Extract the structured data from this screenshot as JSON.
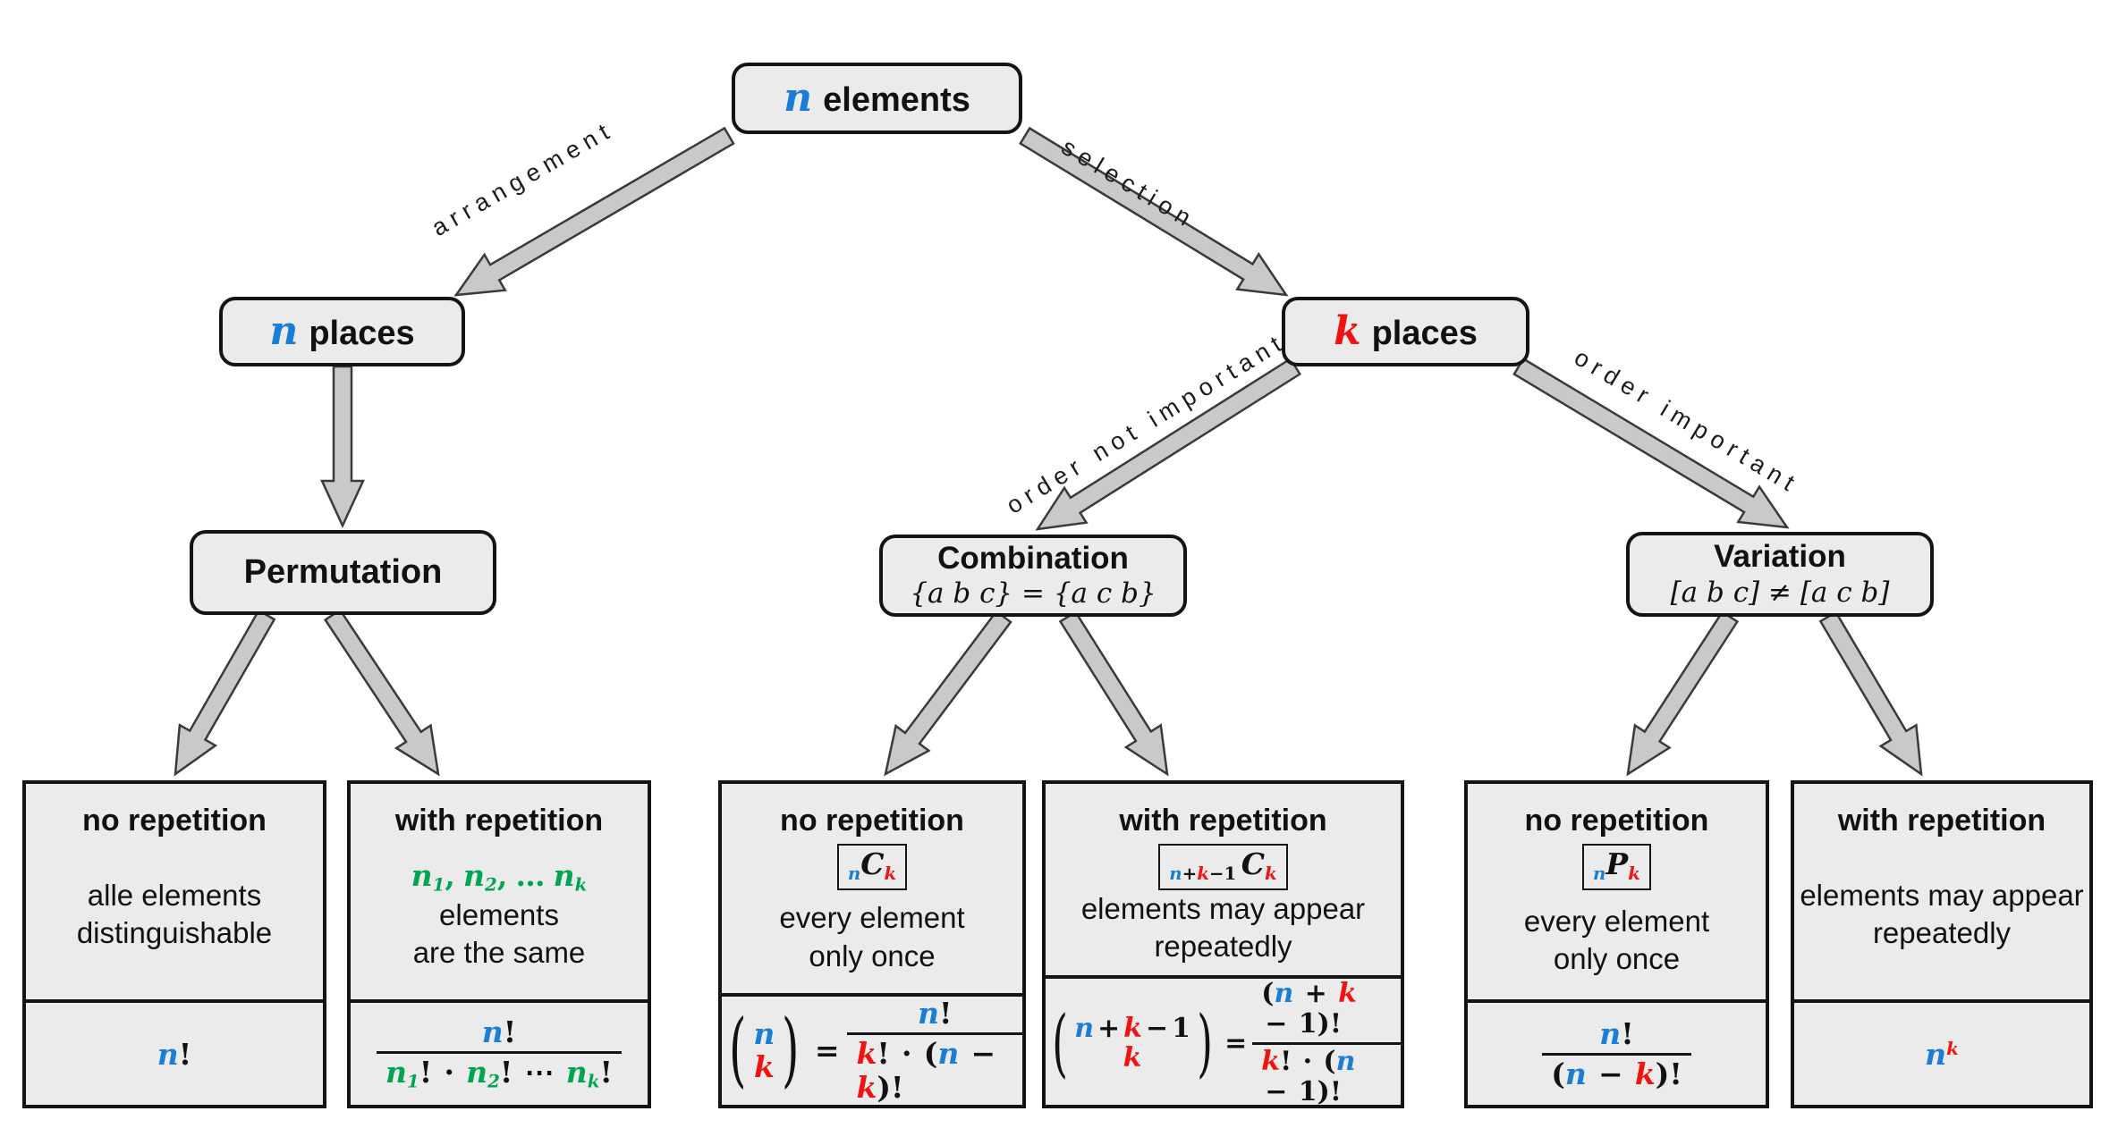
{
  "colors": {
    "blue": "#1a7dd6",
    "red": "#f2120f",
    "green": "#00a551",
    "box_fill": "#ebebeb",
    "box_border": "#141414",
    "arrow_fill": "#c9c9c9",
    "arrow_stroke": "#3a3a3a"
  },
  "nodes": {
    "root": {
      "var": "n",
      "label": "elements"
    },
    "n_places": {
      "var": "n",
      "label": "places"
    },
    "k_places": {
      "var": "k",
      "label": "places"
    },
    "permutation": {
      "title": "Permutation"
    },
    "combination": {
      "title": "Combination",
      "example": "{a b c} = {a c b}"
    },
    "variation": {
      "title": "Variation",
      "example": "[a b c] ≠ [a c b]"
    }
  },
  "edges": {
    "arrangement": "arrangement",
    "selection": "selection",
    "order_not_important": "order not important",
    "order_important": "order important"
  },
  "leaves": {
    "perm_no": {
      "header": "no repetition",
      "line1": "alle elements",
      "line2": "distinguishable"
    },
    "perm_with": {
      "header": "with repetition",
      "line1_suffix": "elements",
      "line2": "are the same"
    },
    "comb_no": {
      "header": "no repetition",
      "line1": "every element",
      "line2": "only once"
    },
    "comb_with": {
      "header": "with repetition",
      "line1": "elements may appear",
      "line2": "repeatedly"
    },
    "var_no": {
      "header": "no repetition",
      "line1": "every element",
      "line2": "only once"
    },
    "var_with": {
      "header": "with repetition",
      "line1": "elements may appear",
      "line2": "repeatedly"
    }
  },
  "math": {
    "n": "n",
    "k": "k",
    "C": "C",
    "P": "P",
    "bang": "!",
    "cdot": "·",
    "cdots": "⋯",
    "plus": "+",
    "minus": "−",
    "one": "1",
    "lp": "(",
    "rp": ")",
    "eq": "=",
    "comma": ",",
    "dots": "…",
    "sub1": "1",
    "sub2": "2",
    "subk": "k"
  }
}
